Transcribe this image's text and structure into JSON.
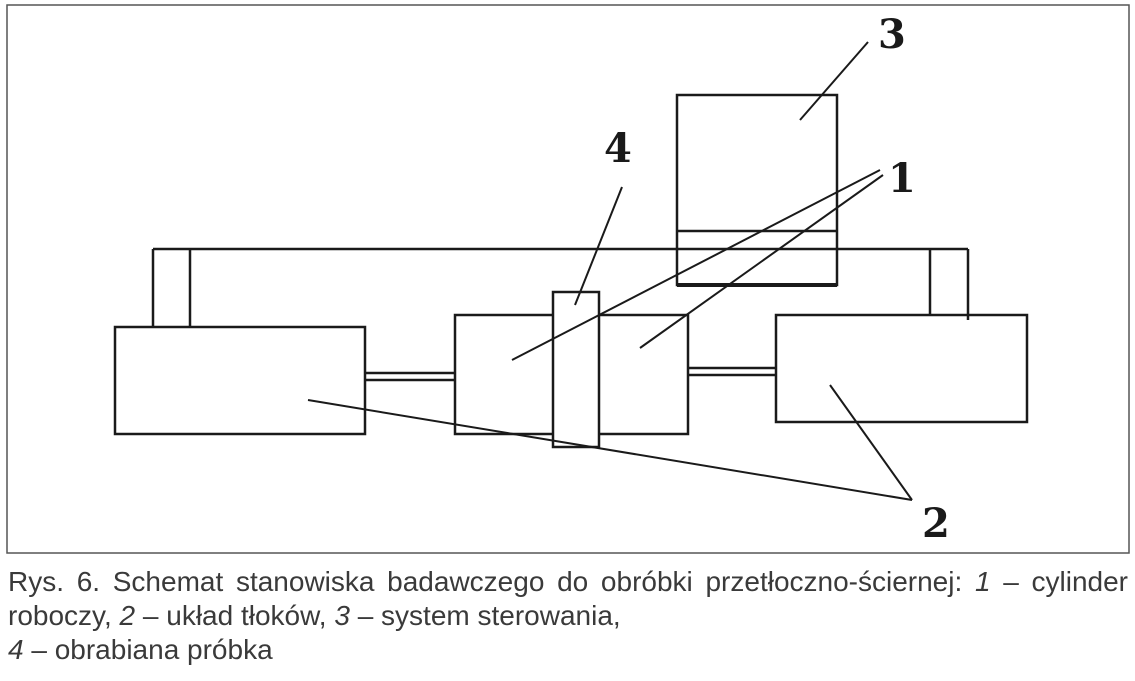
{
  "labels": {
    "working_cylinder": "1",
    "piston_system": "2",
    "control_system": "3",
    "sample": "4"
  },
  "caption": {
    "intro": "Rys. 6. Schemat stanowiska badawczego do obróbki przetłoczno-ściernej: ",
    "items": [
      {
        "num": "1",
        "text": " – cylinder roboczy, "
      },
      {
        "num": "2",
        "text": " – układ tłoków, "
      },
      {
        "num": "3",
        "text": " – system sterowania, "
      },
      {
        "num": "4",
        "text": " – obrabiana próbka"
      }
    ]
  }
}
